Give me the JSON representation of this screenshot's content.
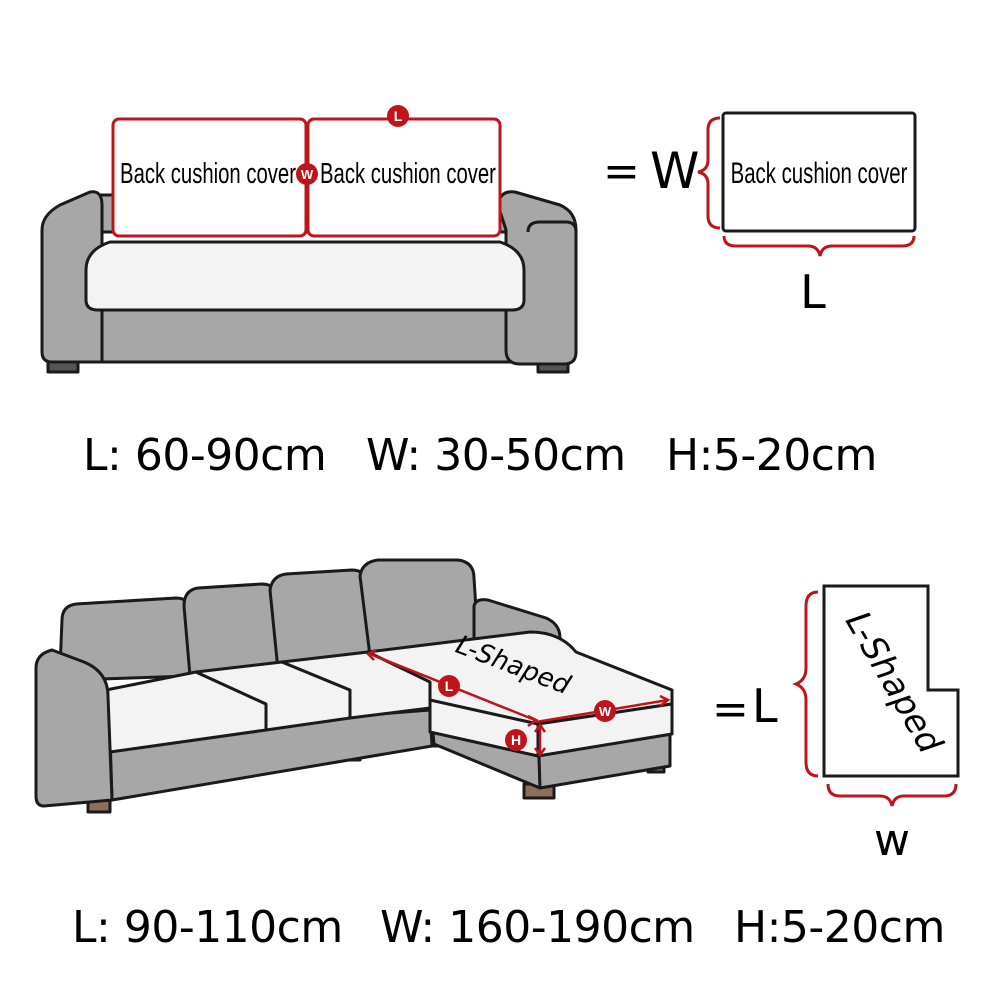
{
  "section_top": {
    "cushion_label_left": "Back cushion cover",
    "cushion_label_right": "Back cushion cover",
    "badge_length": "L",
    "badge_width": "W",
    "equals": "=",
    "width_letter": "W",
    "detail_label": "Back cushion cover",
    "length_letter": "L",
    "dimensions": {
      "length": "L: 60-90cm",
      "width": "W: 30-50cm",
      "height": "H:5-20cm"
    }
  },
  "section_bottom": {
    "chaise_label": "L-Shaped",
    "badge_length": "L",
    "badge_width": "W",
    "badge_height": "H",
    "equals": "=",
    "length_letter": "L",
    "detail_label": "L-Shaped",
    "width_letter": "w",
    "dimensions": {
      "length": "L: 90-110cm",
      "width": "W: 160-190cm",
      "height": "H:5-20cm"
    }
  },
  "colors": {
    "sofa_gray": "#a7a7a7",
    "cushion_white": "#f3f3f3",
    "outline": "#1a1a1a",
    "accent_red": "#c0141c",
    "leg_brown": "#8b6f5c"
  },
  "icons": [
    "sofa-illustration",
    "l-shaped-sofa-illustration",
    "curly-brace-icon"
  ]
}
